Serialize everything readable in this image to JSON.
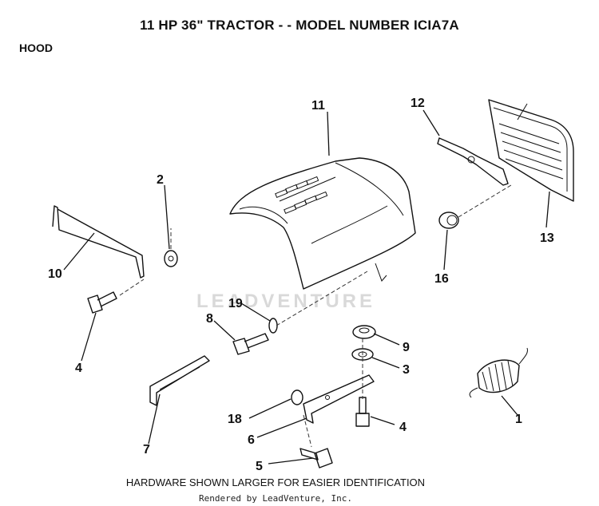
{
  "header": {
    "title": "11 HP 36\" TRACTOR - - MODEL NUMBER ICIA7A",
    "section": "HOOD"
  },
  "watermark": "LEADVENTURE",
  "footer": {
    "note": "HARDWARE SHOWN LARGER FOR EASIER IDENTIFICATION",
    "rendered_by": "Rendered by LeadVenture, Inc."
  },
  "callouts": {
    "c1": "1",
    "c2": "2",
    "c3": "3",
    "c4a": "4",
    "c4b": "4",
    "c5": "5",
    "c6": "6",
    "c7": "7",
    "c8": "8",
    "c9": "9",
    "c10": "10",
    "c11": "11",
    "c12": "12",
    "c13": "13",
    "c16": "16",
    "c18": "18",
    "c19": "19"
  }
}
